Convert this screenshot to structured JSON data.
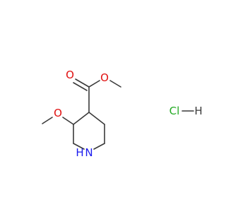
{
  "molecule": {
    "atoms": {
      "carbonyl_o": "O",
      "ester_o": "O",
      "methoxy_o": "O",
      "ring_n": "N",
      "ring_nh": "H",
      "salt_cl": "Cl",
      "salt_h": "H"
    }
  },
  "colors": {
    "oxygen": "#e01010",
    "nitrogen": "#1a1aee",
    "chlorine": "#22aa22",
    "bond": "#3a3a3a"
  }
}
